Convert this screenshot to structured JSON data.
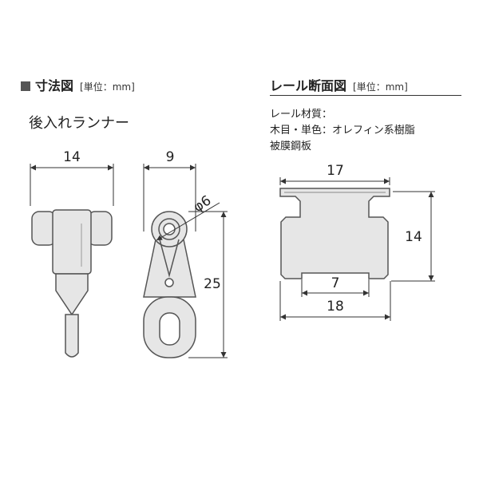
{
  "left_section": {
    "title": "寸法図",
    "unit": "[単位：mm]",
    "subtitle": "後入れランナー"
  },
  "right_section": {
    "title": "レール断面図",
    "unit": "[単位：mm]",
    "material_lines": [
      "レール材質：",
      "木目・単色：オレフィン系樹脂",
      "被膜鋼板"
    ]
  },
  "dimensions": {
    "runner_front_width": "14",
    "runner_side_width": "9",
    "wheel_diameter": "φ6",
    "runner_height": "25",
    "rail_top_width": "17",
    "rail_height": "14",
    "rail_slot_width": "7",
    "rail_bottom_width": "18"
  },
  "colors": {
    "part_fill": "#e6e6e6",
    "outline": "#555555",
    "text": "#222222"
  }
}
